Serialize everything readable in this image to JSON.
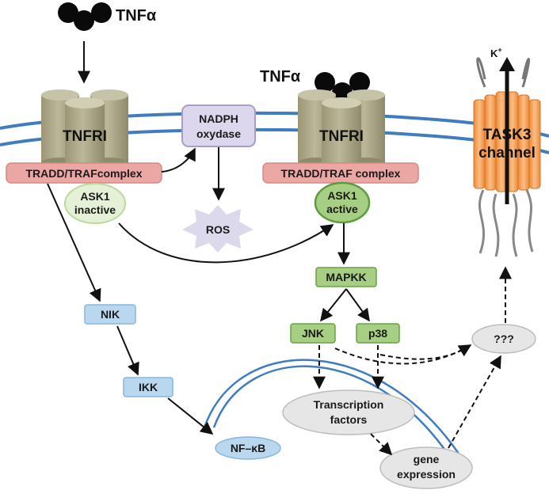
{
  "ligands": {
    "tnf_left": "TNFα",
    "tnf_right": "TNFα"
  },
  "receptors": {
    "left": "TNFRI",
    "right": "TNFRI"
  },
  "complexes": {
    "left": "TRADD/TRAFcomplex",
    "right": "TRADD/TRAF complex"
  },
  "nadph": {
    "line1": "NADPH",
    "line2": "oxydase"
  },
  "ros": "ROS",
  "ask1_inactive": {
    "line1": "ASK1",
    "line2": "inactive"
  },
  "ask1_active": {
    "line1": "ASK1",
    "line2": "active"
  },
  "kinases": {
    "mapkk": "MAPKK",
    "jnk": "JNK",
    "p38": "p38"
  },
  "nik": "NIK",
  "ikk": "IKK",
  "nfkb": "NF–κB",
  "transcription_factors": {
    "line1": "Transcription",
    "line2": "factors"
  },
  "gene_expression": {
    "line1": "gene",
    "line2": "expression"
  },
  "unknown": "???",
  "channel": {
    "line1": "TASK3",
    "line2": "channel",
    "ion": "K",
    "ion_charge": "+"
  },
  "colors": {
    "membrane": "#3f7cc0",
    "receptor": "#aea98a",
    "complex": "#eba7a4",
    "nadph": "#dcd7ec",
    "green_box": "#a6cf83",
    "blue_box": "#bad7f0",
    "grey_oval": "#e6e6e6",
    "channel": "#f6a25a"
  }
}
